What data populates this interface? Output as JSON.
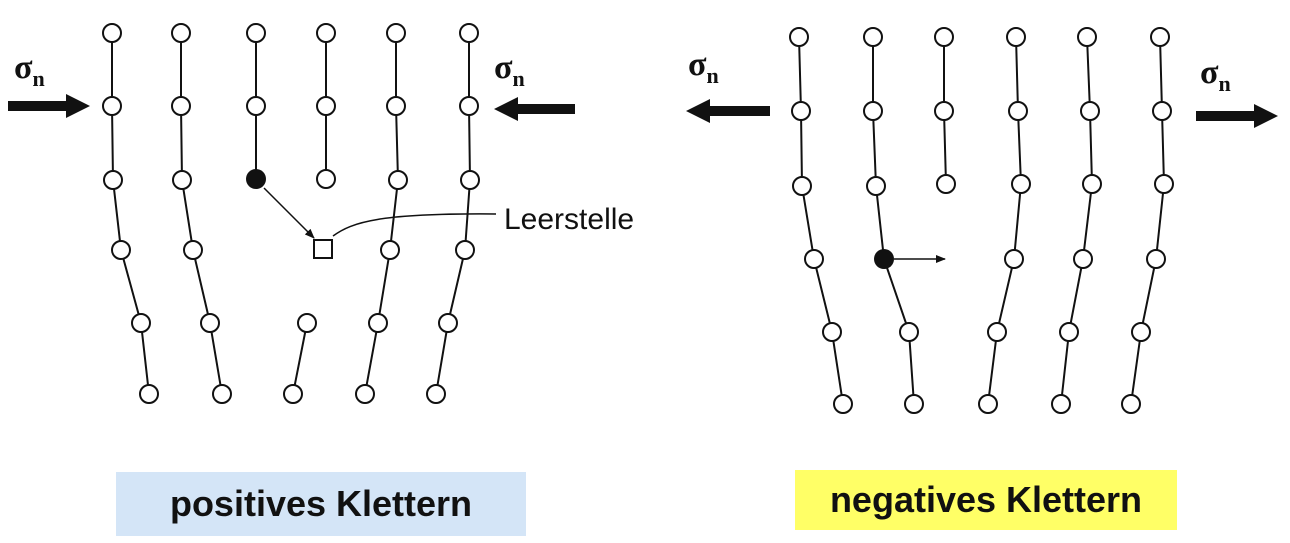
{
  "panels": {
    "left": {
      "caption": "positives Klettern",
      "caption_bg": "#d4e5f7",
      "stress_left": "σ",
      "stress_left_sub": "n",
      "stress_right": "σ",
      "stress_right_sub": "n",
      "vacancy_label": "Leerstelle"
    },
    "right": {
      "caption": "negatives Klettern",
      "caption_bg": "#ffff66",
      "stress_left": "σ",
      "stress_left_sub": "n",
      "stress_right": "σ",
      "stress_right_sub": "n"
    }
  },
  "colors": {
    "ink": "#111111",
    "atom_fill": "#ffffff"
  }
}
